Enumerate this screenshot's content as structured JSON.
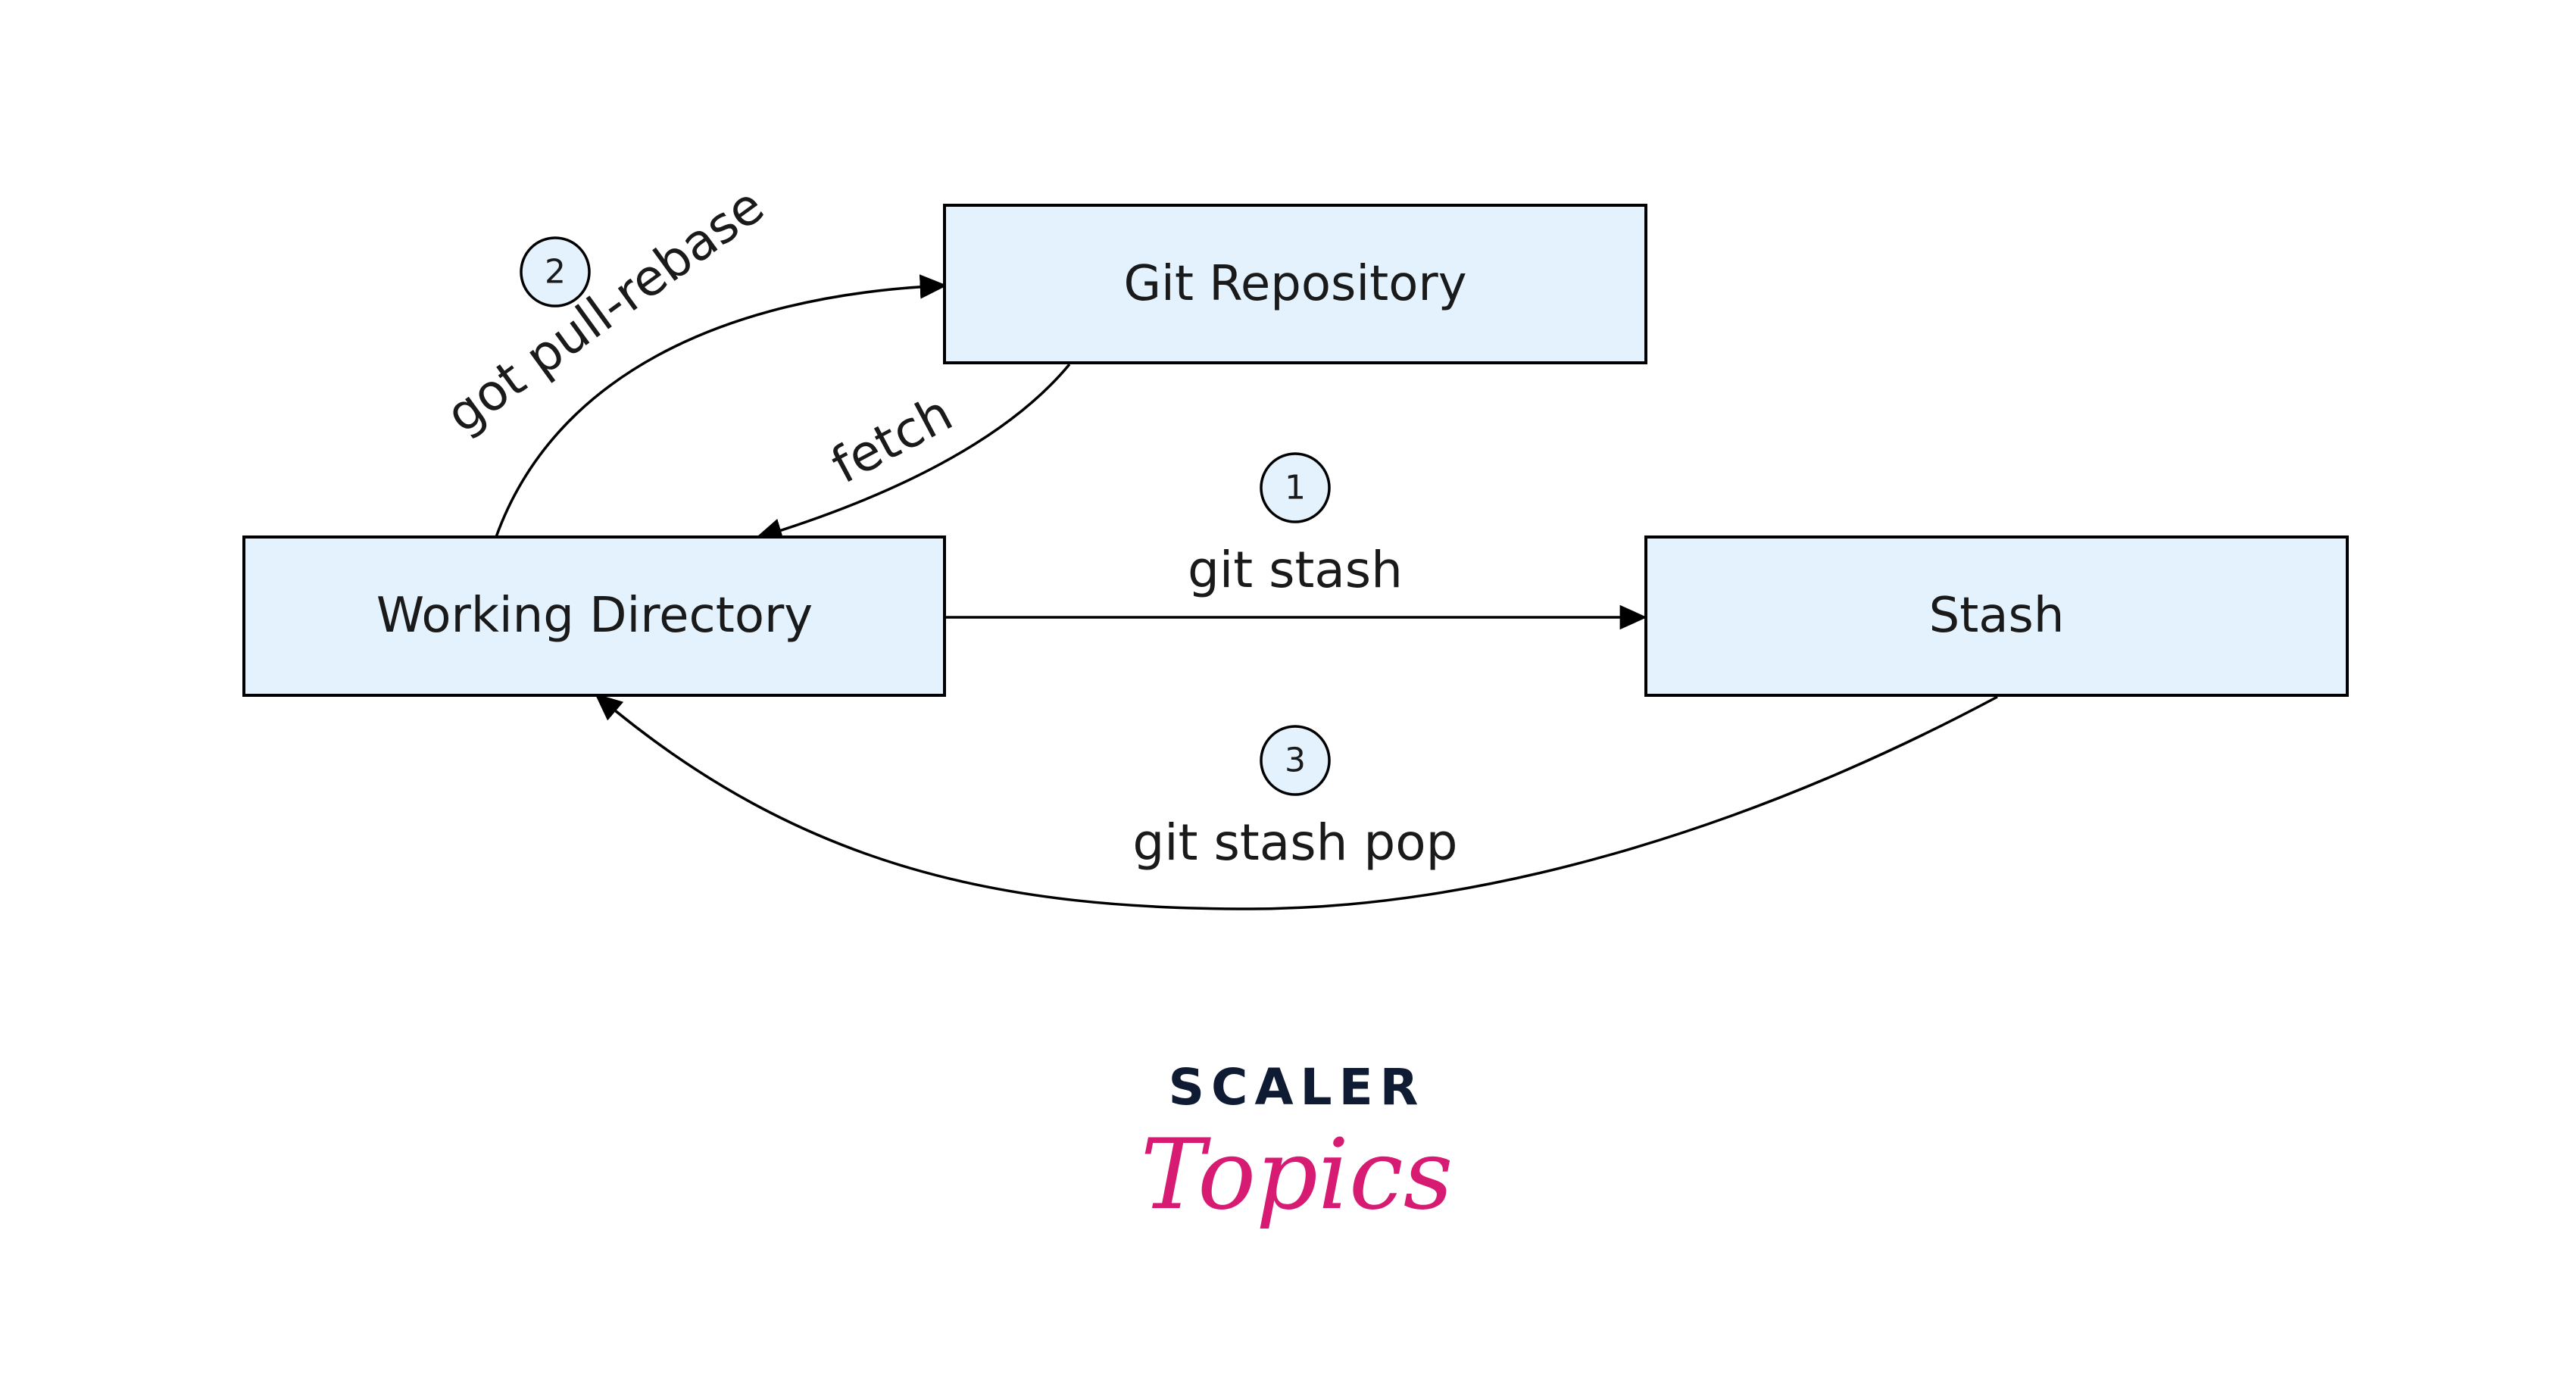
{
  "colors": {
    "box_fill": "#e3f2fd",
    "stroke": "#000000",
    "text": "#1a1a1a",
    "logo_dark": "#0f1a33",
    "logo_accent": "#d81b72"
  },
  "nodes": {
    "git_repository": "Git Repository",
    "working_directory": "Working Directory",
    "stash": "Stash"
  },
  "edges": {
    "pull_rebase": {
      "step": "2",
      "label": "got pull-rebase"
    },
    "fetch": {
      "label": "fetch"
    },
    "stash": {
      "step": "1",
      "label": "git stash"
    },
    "stash_pop": {
      "step": "3",
      "label": "git stash pop"
    }
  },
  "logo": {
    "line1": "SCALER",
    "line2": "Topics"
  }
}
